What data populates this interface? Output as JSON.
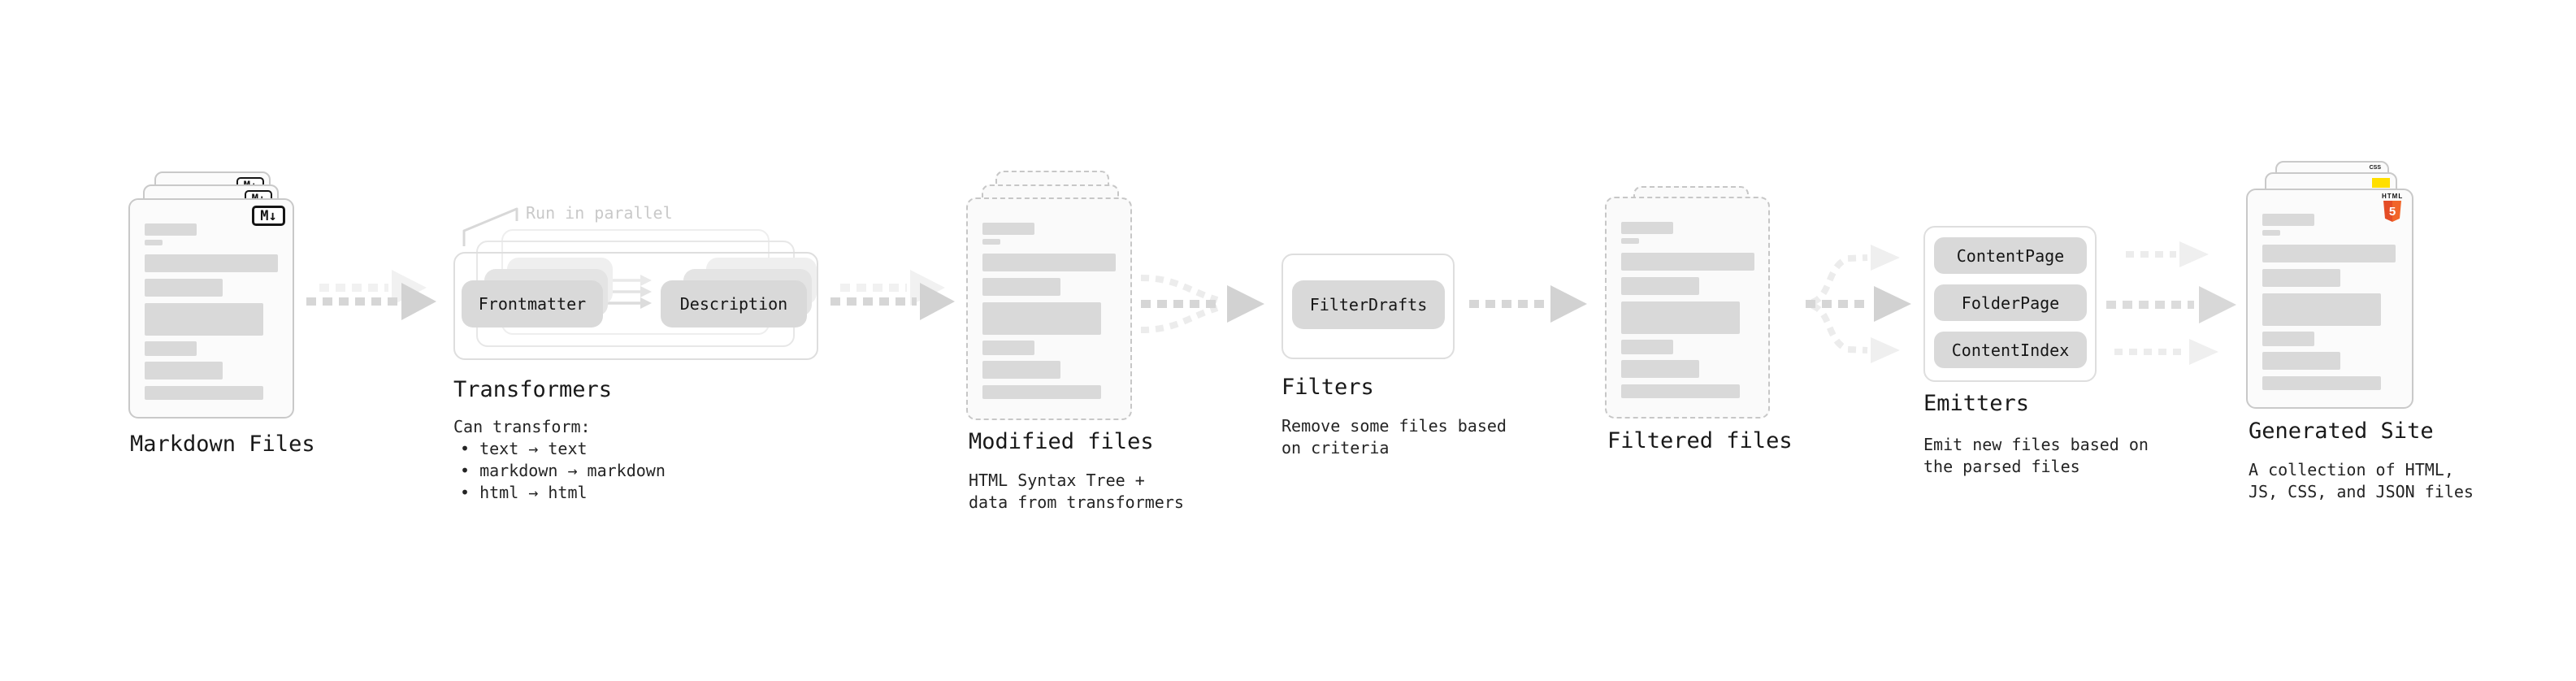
{
  "diagram": {
    "markdown_files": {
      "label": "Markdown Files",
      "badge": "M↓"
    },
    "transformers": {
      "label": "Transformers",
      "callout": "Run in parallel",
      "pills": {
        "frontmatter": "Frontmatter",
        "description": "Description"
      },
      "desc": [
        "Can transform:",
        "• text → text",
        "• markdown → markdown",
        "• html → html"
      ]
    },
    "modified_files": {
      "label": "Modified files",
      "desc": [
        "HTML Syntax Tree +",
        "data from transformers"
      ]
    },
    "filters": {
      "label": "Filters",
      "pills": {
        "filter_drafts": "FilterDrafts"
      },
      "desc": [
        "Remove some files based",
        "on criteria"
      ]
    },
    "filtered_files": {
      "label": "Filtered files"
    },
    "emitters": {
      "label": "Emitters",
      "pills": {
        "content_page": "ContentPage",
        "folder_page": "FolderPage",
        "content_index": "ContentIndex"
      },
      "desc": [
        "Emit new files based on",
        "the parsed files"
      ]
    },
    "generated_site": {
      "label": "Generated Site",
      "badges": {
        "css": "CSS",
        "html": "HTML",
        "html5_number": "5"
      },
      "desc": [
        "A collection of HTML,",
        "JS, CSS, and JSON files"
      ]
    }
  },
  "colors": {
    "html5_orange": "#e44d26",
    "html5_orange_light": "#f16529",
    "js_yellow": "#ffdf00",
    "css_blue": "#2864f0",
    "pill_gray": "#d9d9d9",
    "arrow_gray": "#d6d6d6"
  }
}
